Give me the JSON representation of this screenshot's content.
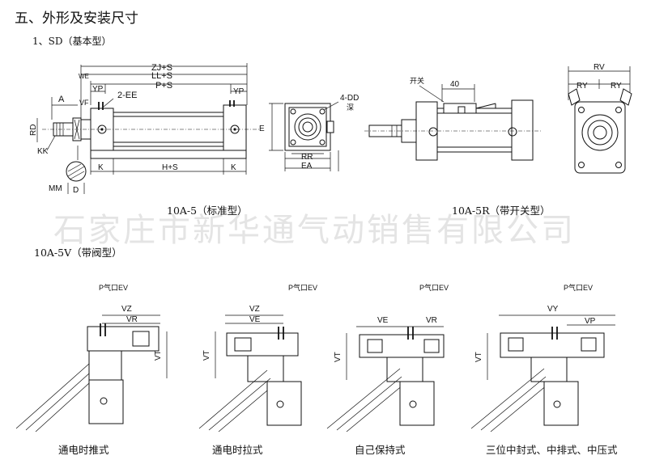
{
  "section_title": "五、外形及安装尺寸",
  "subsection_title": "1、SD（基本型）",
  "watermark": "石家庄市新华通气动销售有限公司",
  "valve_section_title": "10A-5V（带阀型）",
  "captions": {
    "standard": "10A-5（标准型）",
    "switch": "10A-5R（带开关型）",
    "push": "通电时推式",
    "pull": "通电时拉式",
    "self_hold": "自己保持式",
    "three_pos": "三位中封式、中排式、中压式"
  },
  "dims_main": {
    "zj": "ZJ+S",
    "ll": "LL+S",
    "ps": "P+S",
    "we": "WE",
    "yp_left": "YP",
    "yp_right": "YP",
    "ee": "2-EE",
    "a": "A",
    "vf": "VF",
    "rd": "RD",
    "kk": "KK",
    "mm": "MM",
    "d": "D",
    "k_left": "K",
    "hs": "H+S",
    "k_right": "K",
    "e": "E",
    "dd": "4-DD",
    "deep": "深",
    "rr": "RR",
    "ea": "EA"
  },
  "dims_switch": {
    "switch_label": "开关",
    "forty": "40"
  },
  "dims_end": {
    "rv": "RV",
    "ry_left": "RY",
    "ry_right": "RY"
  },
  "valve_labels": {
    "port": "P气口EV",
    "push": {
      "vz": "VZ",
      "vr": "VR",
      "vt": "VT"
    },
    "pull": {
      "vz": "VZ",
      "ve": "VE",
      "vt": "VT"
    },
    "hold": {
      "ve": "VE",
      "vr": "VR",
      "vt": "VT"
    },
    "three": {
      "vy": "VY",
      "vp": "VP",
      "vt": "VT"
    }
  }
}
